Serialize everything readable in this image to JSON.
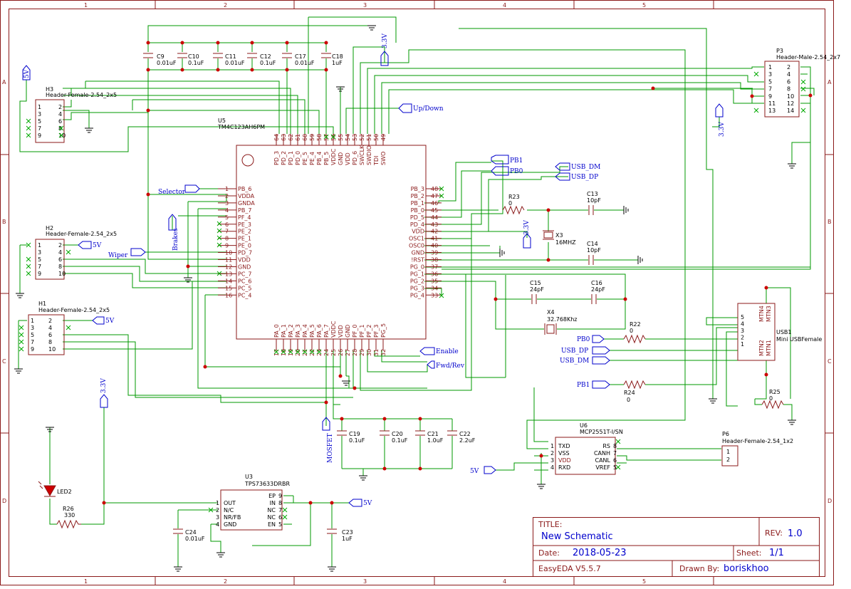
{
  "frame": {
    "columns": [
      "1",
      "2",
      "3",
      "4",
      "5"
    ],
    "rows": [
      "A",
      "B",
      "C",
      "D"
    ]
  },
  "title_block": {
    "title_label": "TITLE:",
    "title": "New Schematic",
    "rev_label": "REV:",
    "rev": "1.0",
    "date_label": "Date:",
    "date": "2018-05-23",
    "sheet_label": "Sheet:",
    "sheet": "1/1",
    "tool": "EasyEDA V5.5.7",
    "drawn_label": "Drawn By:",
    "drawn_by": "boriskhoo"
  },
  "components": {
    "u5": {
      "ref": "U5",
      "part": "TM4C123AH6PM"
    },
    "h3": {
      "ref": "H3",
      "part": "Header-Female-2.54_2x5"
    },
    "h2": {
      "ref": "H2",
      "part": "Header-Female-2.54_2x5"
    },
    "h1": {
      "ref": "H1",
      "part": "Header-Female-2.54_2x5"
    },
    "p3": {
      "ref": "P3",
      "part": "Header-Male-2.54_2x7"
    },
    "usb1": {
      "ref": "USB1",
      "part": "Mini USBFemale"
    },
    "u6": {
      "ref": "U6",
      "part": "MCP2551T-I/SN"
    },
    "p6": {
      "ref": "P6",
      "part": "Header-Female-2.54_1x2"
    },
    "u3": {
      "ref": "U3",
      "part": "TPS73633DRBR"
    },
    "x3": {
      "ref": "X3",
      "value": "16MHZ"
    },
    "x4": {
      "ref": "X4",
      "value": "32.768Khz"
    },
    "led2": {
      "ref": "LED2"
    },
    "r23": {
      "ref": "R23",
      "value": "0"
    },
    "r22": {
      "ref": "R22",
      "value": "0"
    },
    "r24": {
      "ref": "R24",
      "value": "0"
    },
    "r25": {
      "ref": "R25",
      "value": "0"
    },
    "r26": {
      "ref": "R26",
      "value": "330"
    },
    "c9": {
      "ref": "C9",
      "value": "0.01uF"
    },
    "c10": {
      "ref": "C10",
      "value": "0.1uF"
    },
    "c11": {
      "ref": "C11",
      "value": "0.01uF"
    },
    "c12": {
      "ref": "C12",
      "value": "0.1uF"
    },
    "c17": {
      "ref": "C17",
      "value": "0.01uF"
    },
    "c18": {
      "ref": "C18",
      "value": "1uF"
    },
    "c13": {
      "ref": "C13",
      "value": "10pF"
    },
    "c14": {
      "ref": "C14",
      "value": "10pF"
    },
    "c15": {
      "ref": "C15",
      "value": "24pF"
    },
    "c16": {
      "ref": "C16",
      "value": "24pF"
    },
    "c19": {
      "ref": "C19",
      "value": "0.1uF"
    },
    "c20": {
      "ref": "C20",
      "value": "0.1uF"
    },
    "c21": {
      "ref": "C21",
      "value": "1.0uF"
    },
    "c22": {
      "ref": "C22",
      "value": "2.2uF"
    },
    "c23": {
      "ref": "C23",
      "value": "1uF"
    },
    "c24": {
      "ref": "C24",
      "value": "0.01uF"
    }
  },
  "u5_pins": {
    "top_names": [
      "PD_3",
      "PD_2",
      "PD_1",
      "PD_0",
      "PE_5",
      "PE_4",
      "PB_4",
      "PB_5",
      "VDDC",
      "GND",
      "VDD",
      "PD_6",
      "SWCLK",
      "SWDIO",
      "TDI",
      "SWO"
    ],
    "top_nums": [
      "64",
      "63",
      "62",
      "61",
      "60",
      "59",
      "58",
      "57",
      "56",
      "55",
      "54",
      "53",
      "52",
      "51",
      "50",
      "49"
    ],
    "left_names": [
      "PB_6",
      "VDDA",
      "GNDA",
      "PB_7",
      "PF_4",
      "PE_3",
      "PE_2",
      "PE_1",
      "PE_0",
      "PD_7",
      "VDD",
      "GND",
      "PC_7",
      "PC_6",
      "PC_5",
      "PC_4"
    ],
    "left_nums": [
      "1",
      "2",
      "3",
      "4",
      "5",
      "6",
      "7",
      "8",
      "9",
      "10",
      "11",
      "12",
      "13",
      "14",
      "15",
      "16"
    ],
    "right_names": [
      "PB_3",
      "PB_2",
      "PB_1",
      "PB_0",
      "PD_5",
      "PD_4",
      "VDD",
      "OSC1",
      "OSC0",
      "GND",
      "!RST",
      "PG_0",
      "PG_1",
      "PG_2",
      "PG_3",
      "PG_4"
    ],
    "right_nums": [
      "48",
      "47",
      "46",
      "45",
      "44",
      "43",
      "42",
      "41",
      "40",
      "39",
      "38",
      "37",
      "36",
      "35",
      "34",
      "33"
    ],
    "bottom_names": [
      "PA_0",
      "PA_1",
      "PA_2",
      "PA_3",
      "PA_4",
      "PA_5",
      "PA_6",
      "PA_7",
      "VDDC",
      "VDD",
      "GND",
      "PF_0",
      "PF_1",
      "PF_2",
      "PF_3",
      "PG_5"
    ],
    "bottom_nums": [
      "17",
      "18",
      "19",
      "20",
      "21",
      "22",
      "23",
      "24",
      "25",
      "26",
      "27",
      "28",
      "29",
      "30",
      "31",
      "32"
    ]
  },
  "u6_pins": {
    "left": [
      "TXD",
      "VSS",
      "VDD",
      "RXD"
    ],
    "left_nums": [
      "1",
      "2",
      "3",
      "4"
    ],
    "right": [
      "RS",
      "CANH",
      "CANL",
      "VREF"
    ],
    "right_nums": [
      "8",
      "7",
      "6",
      "5"
    ]
  },
  "u3_pins": {
    "left": [
      "OUT",
      "N/C",
      "NR/FB",
      "GND"
    ],
    "left_nums": [
      "1",
      "2",
      "3",
      "4"
    ],
    "right": [
      "EP",
      "IN",
      "NC",
      "NC",
      "EN"
    ],
    "right_nums": [
      "9",
      "8",
      "7",
      "6",
      "5"
    ]
  },
  "usb_pins": {
    "nums": [
      "5",
      "4",
      "3",
      "2",
      "1"
    ],
    "mtn": [
      "MTN4",
      "MTN3",
      "MTN2",
      "MTN1"
    ]
  },
  "header_pins": {
    "h_left": [
      "1",
      "3",
      "5",
      "7",
      "9"
    ],
    "h_right": [
      "2",
      "4",
      "6",
      "8",
      "10"
    ],
    "p3_left": [
      "1",
      "3",
      "5",
      "7",
      "9",
      "11",
      "13"
    ],
    "p3_right": [
      "2",
      "4",
      "6",
      "8",
      "10",
      "12",
      "14"
    ],
    "p6": [
      "1",
      "2"
    ]
  },
  "net_labels": {
    "v5": "5V",
    "v33": "3.3V",
    "up_down": "Up/Down",
    "selector": "Selector",
    "brakes": "Brakes",
    "wiper": "Wiper",
    "pb1": "PB1",
    "pb0": "PB0",
    "usb_dm": "USB_DM",
    "usb_dp": "USB_DP",
    "enable": "Enable",
    "fwd_rev": "Fwd/Rev",
    "mosfet": "MOSFET"
  },
  "colors": {
    "frame": "#8b1a1a",
    "wire": "#009900",
    "label": "#0000cc",
    "junction": "#cc0000"
  }
}
